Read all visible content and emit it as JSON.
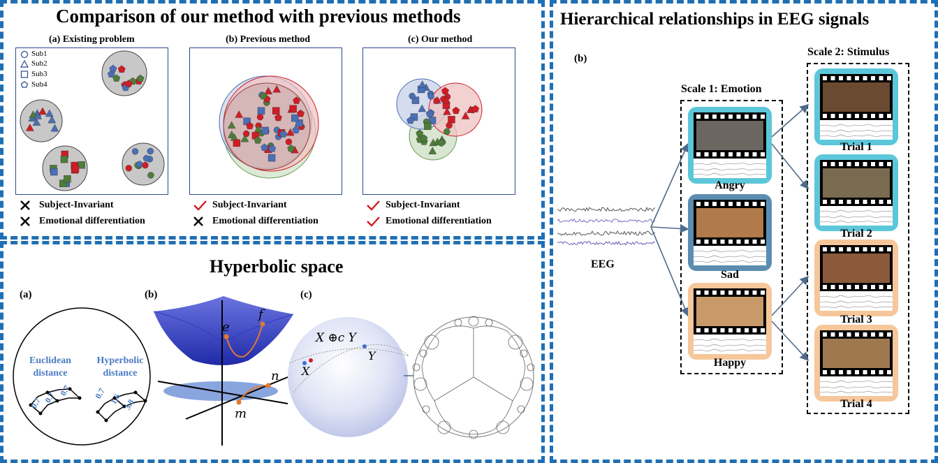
{
  "comparison": {
    "title": "Comparison of our method with previous methods",
    "panels": [
      {
        "caption": "(a) Existing problem"
      },
      {
        "caption": "(b) Previous method"
      },
      {
        "caption": "(c) Our method"
      }
    ],
    "legend": [
      "Sub1",
      "Sub2",
      "Sub3",
      "Sub4"
    ],
    "criteria": [
      {
        "subject": "Subject-Invariant",
        "emotion": "Emotional differentiation",
        "subject_ok": false,
        "emotion_ok": false
      },
      {
        "subject": "Subject-Invariant",
        "emotion": "Emotional differentiation",
        "subject_ok": true,
        "emotion_ok": false
      },
      {
        "subject": "Subject-Invariant",
        "emotion": "Emotional differentiation",
        "subject_ok": true,
        "emotion_ok": true
      }
    ],
    "colors": {
      "blue": "#4a6fb5",
      "red": "#d01c24",
      "green": "#4e7d3a",
      "purple": "#7a5c9e",
      "circle_bg": "#c8c8c8"
    }
  },
  "hyperbolic": {
    "title": "Hyperbolic space",
    "labels": {
      "a": "(a)",
      "b": "(b)",
      "c": "(c)"
    },
    "euclidean": "Euclidean distance",
    "euclidean_l1": "Euclidean",
    "euclidean_l2": "distance",
    "hyperbolic_l1": "Hyperbolic",
    "hyperbolic_l2": "distance",
    "euc_values": [
      "0.7",
      "0.7",
      "0.7"
    ],
    "hyp_values": [
      "0.7",
      "1.6",
      "3.8"
    ],
    "points": {
      "e": "e",
      "f": "f",
      "n": "n",
      "m": "m"
    },
    "mobius": "X ⊕c Y",
    "x": "X",
    "y": "Y"
  },
  "hierarchy": {
    "title": "Hierarchical relationships in EEG signals",
    "label_b": "(b)",
    "eeg": "EEG",
    "scale1": "Scale 1: Emotion",
    "scale2": "Scale 2: Stimulus",
    "emotions": [
      "Angry",
      "Sad",
      "Happy"
    ],
    "trials": [
      "Trial 1",
      "Trial 2",
      "Trial 3",
      "Trial 4"
    ],
    "colors": {
      "angry": "#5cc7d9",
      "sad": "#5b8db0",
      "happy": "#f5c79a",
      "arrow": "#4f6a8a"
    }
  }
}
